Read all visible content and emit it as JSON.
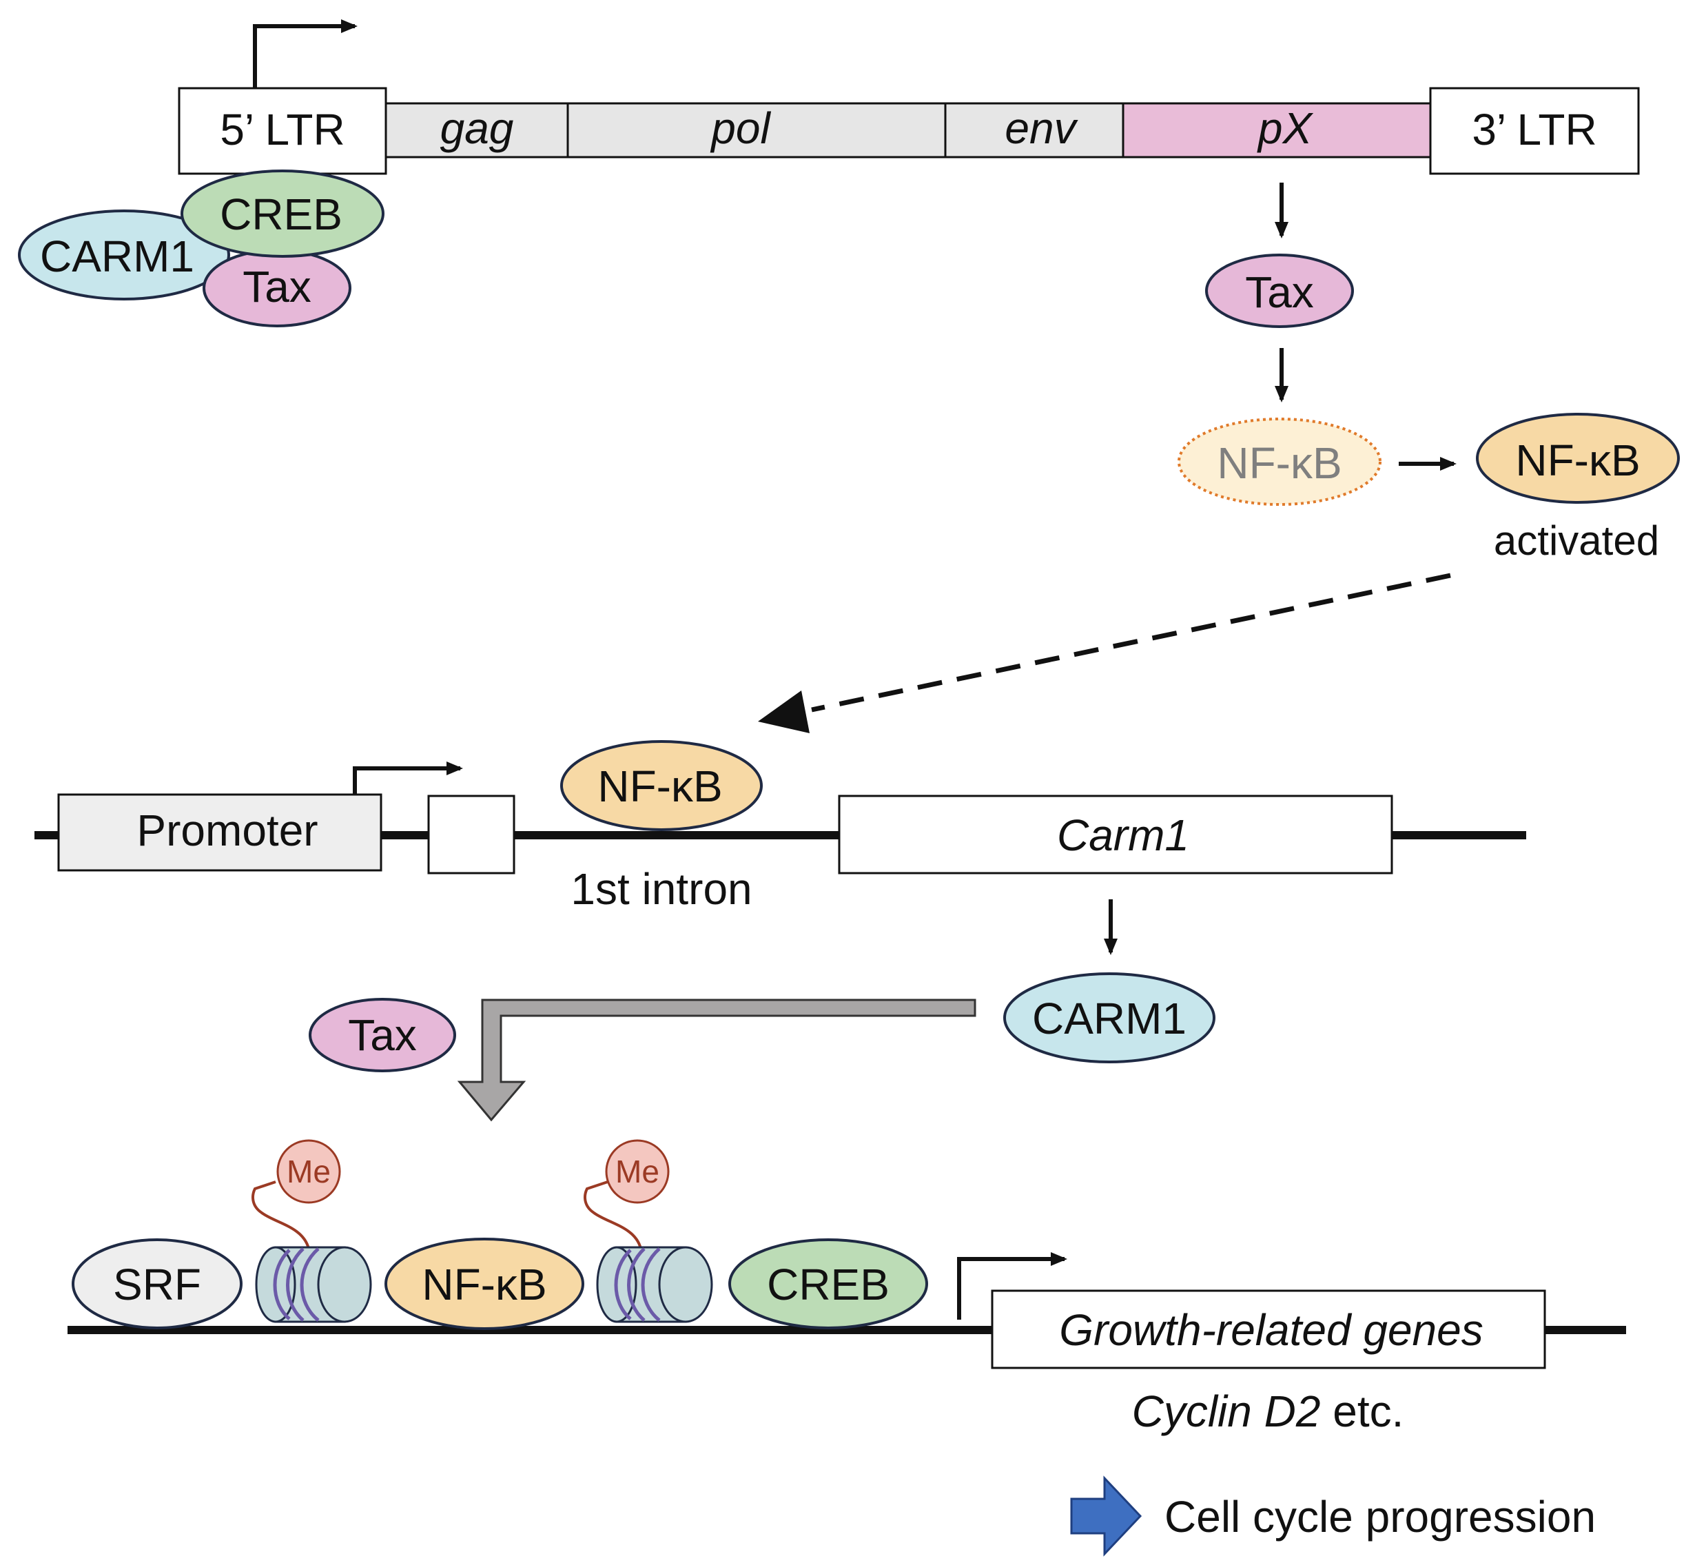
{
  "provirus": {
    "ltr5": "5’ LTR",
    "gag": "gag",
    "pol": "pol",
    "env": "env",
    "px": "pX",
    "ltr3": "3’ LTR"
  },
  "ltr_complex": {
    "carm1": "CARM1",
    "creb": "CREB",
    "tax": "Tax"
  },
  "pathway": {
    "tax": "Tax",
    "nfkb_inactive": "NF-κB",
    "nfkb_active": "NF-κB",
    "activated_label": "activated"
  },
  "carm1_gene": {
    "promoter": "Promoter",
    "nfkb": "NF-κB",
    "intron_label": "1st intron",
    "gene": "Carm1",
    "carm1_protein": "CARM1",
    "tax": "Tax"
  },
  "target_locus": {
    "srf": "SRF",
    "me1": "Me",
    "nfkb": "NF-κB",
    "me2": "Me",
    "creb": "CREB",
    "genes": "Growth-related genes",
    "example_gene": "Cyclin D2",
    "example_suffix": " etc."
  },
  "outcome": {
    "label": "Cell cycle progression"
  },
  "colors": {
    "orf_gray": "#e6e6e6",
    "px_pink": "#e9bcd8",
    "carm1_blue": "#c7e6ec",
    "creb_green": "#bcdcb6",
    "tax_pink": "#e6b8d8",
    "nfkb_orange": "#f7d9a5",
    "nfkb_inactive": "#fdf0d5",
    "nucleosome": "#c5dadc",
    "methyl": "#f4c7c0",
    "methyl_line": "#9b3a24",
    "outcome_arrow": "#3e6fc1",
    "border": "#1f2a44"
  }
}
